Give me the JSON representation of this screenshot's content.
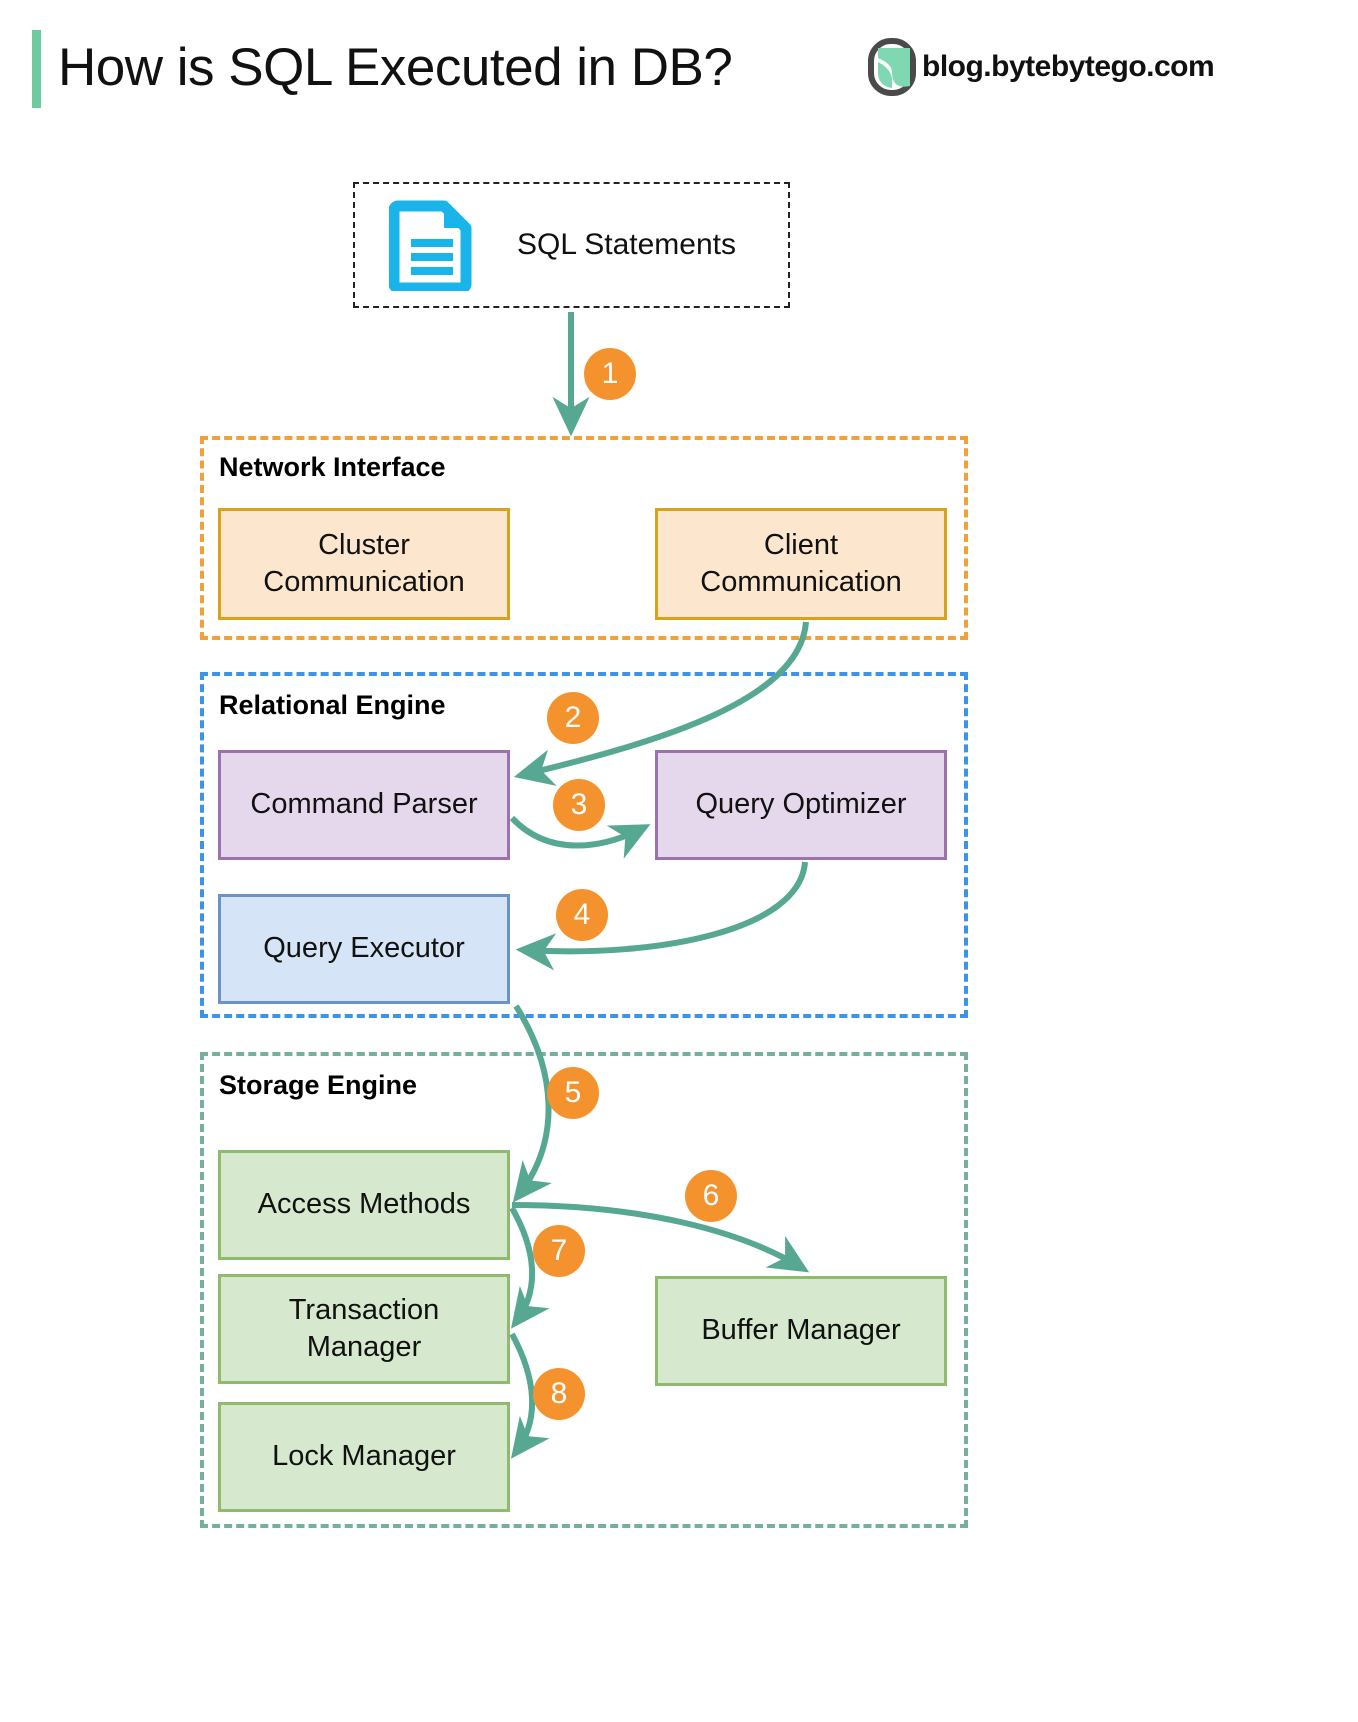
{
  "header": {
    "title": "How is SQL Executed in DB?",
    "brand_text": "blog.bytebytego.com",
    "accent_color": "#6ECBA0",
    "logo_icon": "bytebytego-logo-icon"
  },
  "input": {
    "label": "SQL Statements",
    "icon": "document-icon",
    "icon_color": "#19B5EA"
  },
  "groups": [
    {
      "id": "network-interface",
      "label": "Network Interface",
      "border_color": "#F0A13C",
      "nodes": [
        {
          "id": "cluster-communication",
          "label": "Cluster\nCommunication",
          "line1": "Cluster",
          "line2": "Communication"
        },
        {
          "id": "client-communication",
          "label": "Client\nCommunication",
          "line1": "Client",
          "line2": "Communication"
        }
      ]
    },
    {
      "id": "relational-engine",
      "label": "Relational Engine",
      "border_color": "#3C94E8",
      "nodes": [
        {
          "id": "command-parser",
          "label": "Command Parser"
        },
        {
          "id": "query-optimizer",
          "label": "Query Optimizer"
        },
        {
          "id": "query-executor",
          "label": "Query Executor"
        }
      ]
    },
    {
      "id": "storage-engine",
      "label": "Storage Engine",
      "border_color": "#74AFA0",
      "nodes": [
        {
          "id": "access-methods",
          "label": "Access Methods"
        },
        {
          "id": "transaction-manager",
          "line1": "Transaction",
          "line2": "Manager"
        },
        {
          "id": "lock-manager",
          "label": "Lock Manager"
        },
        {
          "id": "buffer-manager",
          "label": "Buffer Manager"
        }
      ]
    }
  ],
  "node_labels": {
    "cluster_line1": "Cluster",
    "cluster_line2": "Communication",
    "client_line1": "Client",
    "client_line2": "Communication",
    "command_parser": "Command Parser",
    "query_optimizer": "Query Optimizer",
    "query_executor": "Query Executor",
    "access_methods": "Access Methods",
    "transaction_line1": "Transaction",
    "transaction_line2": "Manager",
    "lock_manager": "Lock Manager",
    "buffer_manager": "Buffer Manager"
  },
  "steps": [
    {
      "n": "1",
      "from": "SQL Statements",
      "to": "Network Interface"
    },
    {
      "n": "2",
      "from": "Client Communication",
      "to": "Command Parser"
    },
    {
      "n": "3",
      "from": "Command Parser",
      "to": "Query Optimizer"
    },
    {
      "n": "4",
      "from": "Query Optimizer",
      "to": "Query Executor"
    },
    {
      "n": "5",
      "from": "Query Executor",
      "to": "Access Methods"
    },
    {
      "n": "6",
      "from": "Access Methods",
      "to": "Buffer Manager"
    },
    {
      "n": "7",
      "from": "Access Methods",
      "to": "Transaction Manager"
    },
    {
      "n": "8",
      "from": "Transaction Manager",
      "to": "Lock Manager"
    }
  ],
  "colors": {
    "arrow": "#56A893",
    "badge": "#F4922E",
    "orange_node_fill": "#FDE6CE",
    "orange_node_border": "#D9A21B",
    "purple_node_fill": "#E6D8EC",
    "purple_node_border": "#9A73AC",
    "blue_node_fill": "#D6E4F7",
    "blue_node_border": "#6C93C8",
    "green_node_fill": "#D6E8CE",
    "green_node_border": "#8FBB6F"
  }
}
